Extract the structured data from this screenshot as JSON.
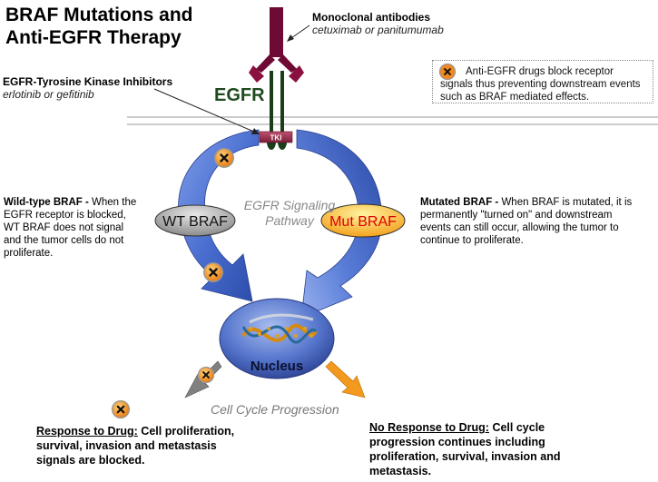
{
  "title": {
    "line1": "BRAF Mutations and",
    "line2": "Anti-EGFR Therapy"
  },
  "antibodies": {
    "heading": "Monoclonal antibodies",
    "examples": "cetuximab or panitumumab"
  },
  "tki": {
    "heading": "EGFR-Tyrosine Kinase Inhibitors",
    "examples": "erlotinib or gefitinib",
    "badge": "TKI"
  },
  "receptor_label": "EGFR",
  "note": {
    "icon": "x-block-icon",
    "text_line1": "Anti-EGFR drugs block receptor",
    "text_rest": "signals thus preventing downstream events such as BRAF mediated effects."
  },
  "wild_type": {
    "heading": "Wild-type BRAF -",
    "text": "When the EGFR receptor is blocked, WT BRAF does not signal and the tumor cells do not proliferate.",
    "node_label": "WT BRAF"
  },
  "mutated": {
    "heading": "Mutated BRAF -",
    "text": "When BRAF is mutated, it is permanently \"turned on\" and downstream events can still occur, allowing the tumor to continue to proliferate.",
    "node_label": "Mut BRAF"
  },
  "pathway_label": {
    "line1": "EGFR Signaling",
    "line2": "Pathway"
  },
  "nucleus_label": "Nucleus",
  "cell_cycle_label": "Cell Cycle Progression",
  "response": {
    "heading": "Response to Drug:",
    "text": "Cell proliferation, survival, invasion and metastasis signals are blocked."
  },
  "no_response": {
    "heading": "No Response to Drug:",
    "text": "Cell cycle progression continues including proliferation, survival, invasion and metastasis."
  },
  "colors": {
    "antibody": "#6e0a34",
    "receptor": "#1a3d1a",
    "pathway_blue": "#4a6fd0",
    "block_orange": "#f39a1e",
    "mut_red": "#e00000",
    "arrow_gray": "#777777"
  }
}
